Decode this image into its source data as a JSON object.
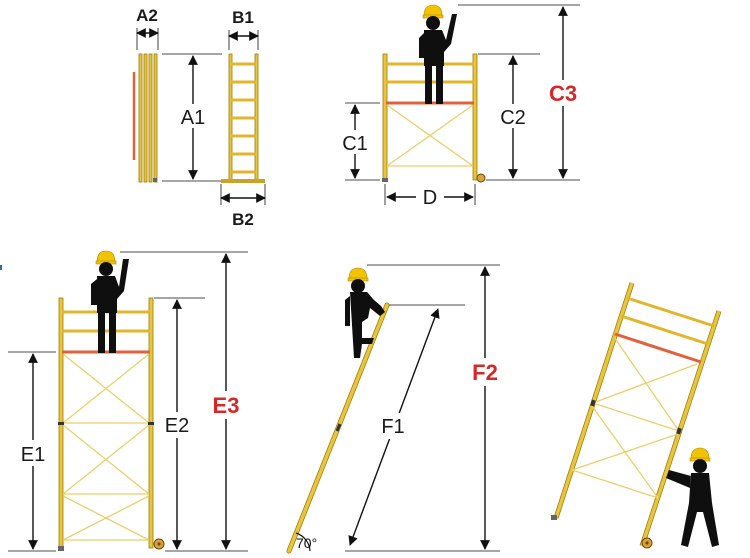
{
  "labels": {
    "a1": "A1",
    "a2": "A2",
    "b1": "B1",
    "b2": "B2",
    "c1": "C1",
    "c2": "C2",
    "c3": "C3",
    "d": "D",
    "e1": "E1",
    "e2": "E2",
    "e3": "E3",
    "f1": "F1",
    "f2": "F2",
    "angle": "70°"
  },
  "colors": {
    "frame_yellow": "#e8c53a",
    "platform_red": "#e0613b",
    "highlight_label_red": "#d62828",
    "person_black": "#0f0f0f",
    "helmet_yellow": "#f2c300"
  }
}
